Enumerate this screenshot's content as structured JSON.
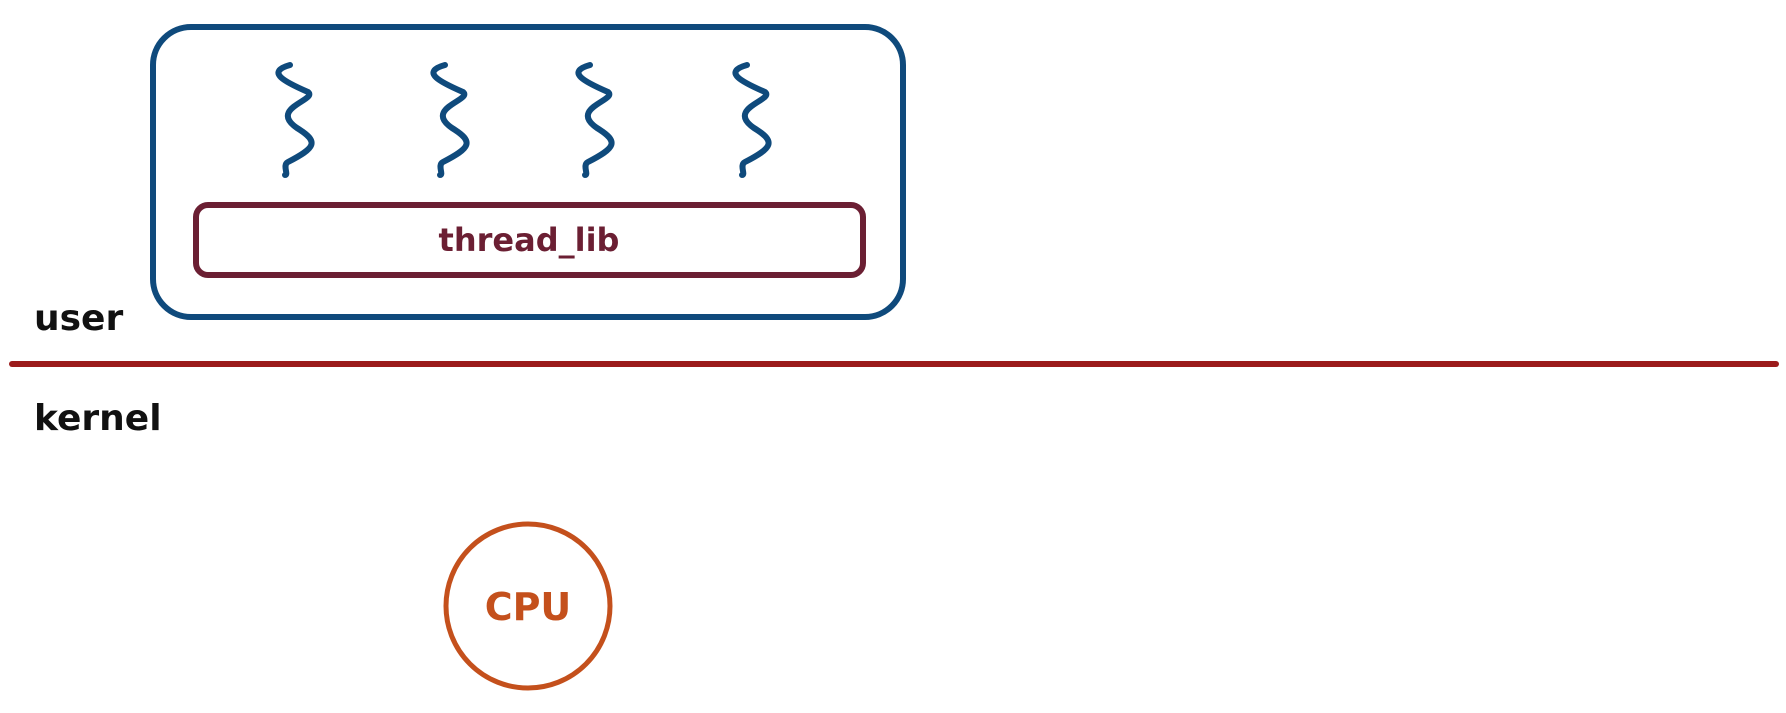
{
  "diagram": {
    "process_box_color": "#0f4a7c",
    "thread_color": "#0f4a7c",
    "thread_count": 4,
    "library": {
      "label": "thread_lib",
      "color": "#6b1f33"
    },
    "boundary": {
      "user_label": "user",
      "kernel_label": "kernel",
      "line_color": "#9b1b1b"
    },
    "cpu": {
      "label": "CPU",
      "color": "#c4501c"
    }
  }
}
